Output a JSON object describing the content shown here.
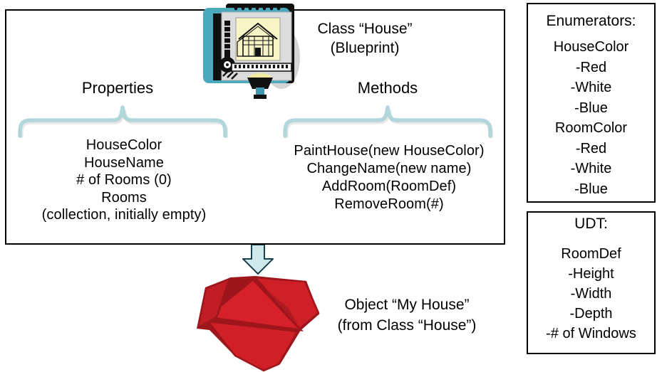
{
  "main_box": {
    "class_title_line1": "Class “House”",
    "class_title_line2": "(Blueprint)",
    "properties": {
      "label": "Properties",
      "items": [
        "HouseColor",
        "HouseName",
        "# of Rooms (0)",
        "Rooms",
        "(collection, initially empty)"
      ]
    },
    "methods": {
      "label": "Methods",
      "items": [
        "PaintHouse(new HouseColor)",
        "ChangeName(new name)",
        "AddRoom(RoomDef)",
        "RemoveRoom(#)"
      ]
    }
  },
  "object_label": {
    "line1": "Object “My House”",
    "line2": "(from Class “House”)"
  },
  "enumerators_box": {
    "title": "Enumerators:",
    "groups": [
      {
        "name": "HouseColor",
        "items": [
          "-Red",
          "-White",
          "-Blue"
        ]
      },
      {
        "name": "RoomColor",
        "items": [
          "-Red",
          "-White",
          "-Blue"
        ]
      }
    ]
  },
  "udt_box": {
    "title": "UDT:",
    "type_name": "RoomDef",
    "items": [
      "-Height",
      "-Width",
      "-Depth",
      "-# of Windows"
    ]
  },
  "icons": {
    "blueprint_icon": "blueprint-drafting-board",
    "down_arrow_icon": "instantiation-arrow",
    "house_icon": "red-house-object"
  },
  "colors": {
    "brace": "#b2d7db",
    "arrow_fill": "#cfe9ea",
    "arrow_stroke": "#17414c",
    "house_red": "#d6202a",
    "house_dark_red": "#9e161c",
    "board_teal": "#4aa9bd",
    "paper_yellow": "#f7f4c6"
  }
}
